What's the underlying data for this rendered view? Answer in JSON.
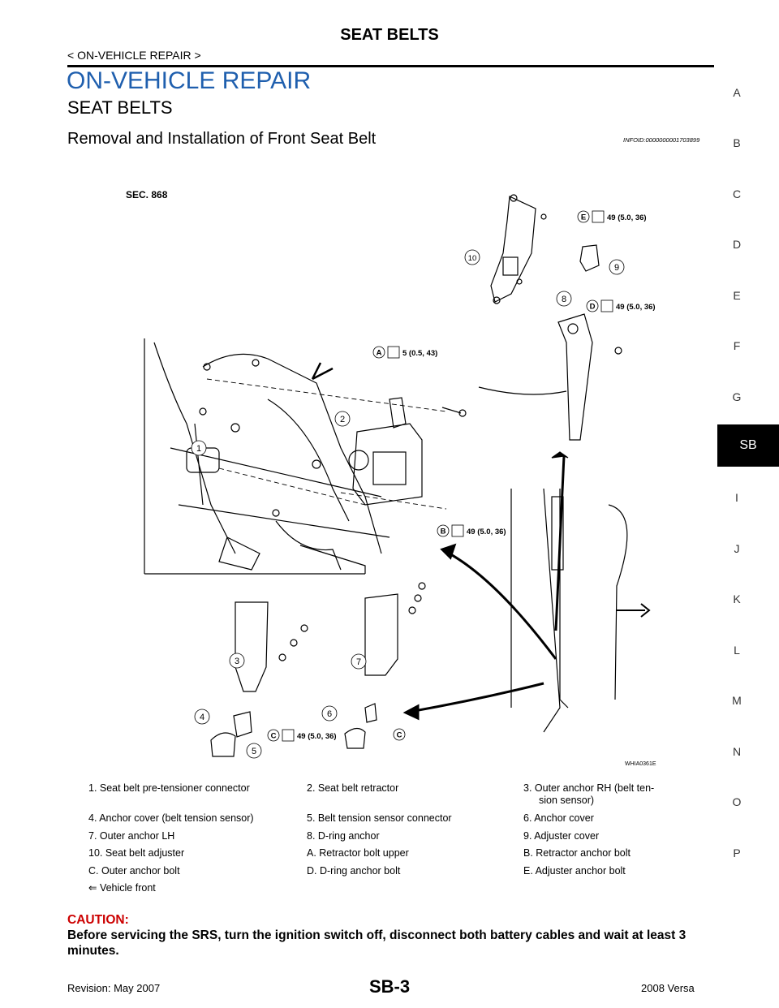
{
  "header": {
    "title": "SEAT BELTS",
    "subtitle": "< ON-VEHICLE REPAIR >"
  },
  "section_title": "ON-VEHICLE REPAIR",
  "sub_title": "SEAT BELTS",
  "topic_title": "Removal and Installation of Front Seat Belt",
  "infoid": "INFOID:0000000001703899",
  "side_index": [
    "A",
    "B",
    "C",
    "D",
    "E",
    "F",
    "G",
    "SB",
    "I",
    "J",
    "K",
    "L",
    "M",
    "N",
    "O",
    "P"
  ],
  "side_index_active": "SB",
  "diagram": {
    "section_label": "SEC. 868",
    "figure_code": "WHIA0361E",
    "torque_E": "49 (5.0, 36)",
    "torque_D": "49 (5.0, 36)",
    "torque_A": "5 (0.5, 43)",
    "torque_B": "49 (5.0, 36)",
    "torque_C": "49 (5.0, 36)",
    "callouts": [
      "1",
      "2",
      "3",
      "4",
      "5",
      "6",
      "7",
      "8",
      "9",
      "10"
    ],
    "letters": [
      "A",
      "B",
      "C",
      "D",
      "E"
    ]
  },
  "legend": {
    "r1": [
      "1.   Seat belt pre-tensioner connector",
      "2.   Seat belt retractor",
      "3.   Outer anchor RH (belt ten-",
      "sion sensor)"
    ],
    "r2": [
      "4.   Anchor cover (belt tension sensor)",
      "5.   Belt tension sensor connector",
      "6.   Anchor cover"
    ],
    "r3": [
      "7.   Outer anchor LH",
      "8.   D-ring anchor",
      "9.   Adjuster cover"
    ],
    "r4": [
      "10.    Seat belt adjuster",
      "A.   Retractor bolt upper",
      "B.   Retractor anchor bolt"
    ],
    "r5": [
      "C.   Outer anchor bolt",
      "D.   D-ring anchor bolt",
      "E.   Adjuster anchor bolt"
    ],
    "r6": [
      "⇐      Vehicle front"
    ]
  },
  "caution": {
    "label": "CAUTION:",
    "text": "Before servicing the SRS, turn the ignition switch off, disconnect both battery cables and wait at least 3 minutes."
  },
  "footer": {
    "left": "Revision: May 2007",
    "page": "SB-3",
    "right": "2008 Versa"
  }
}
